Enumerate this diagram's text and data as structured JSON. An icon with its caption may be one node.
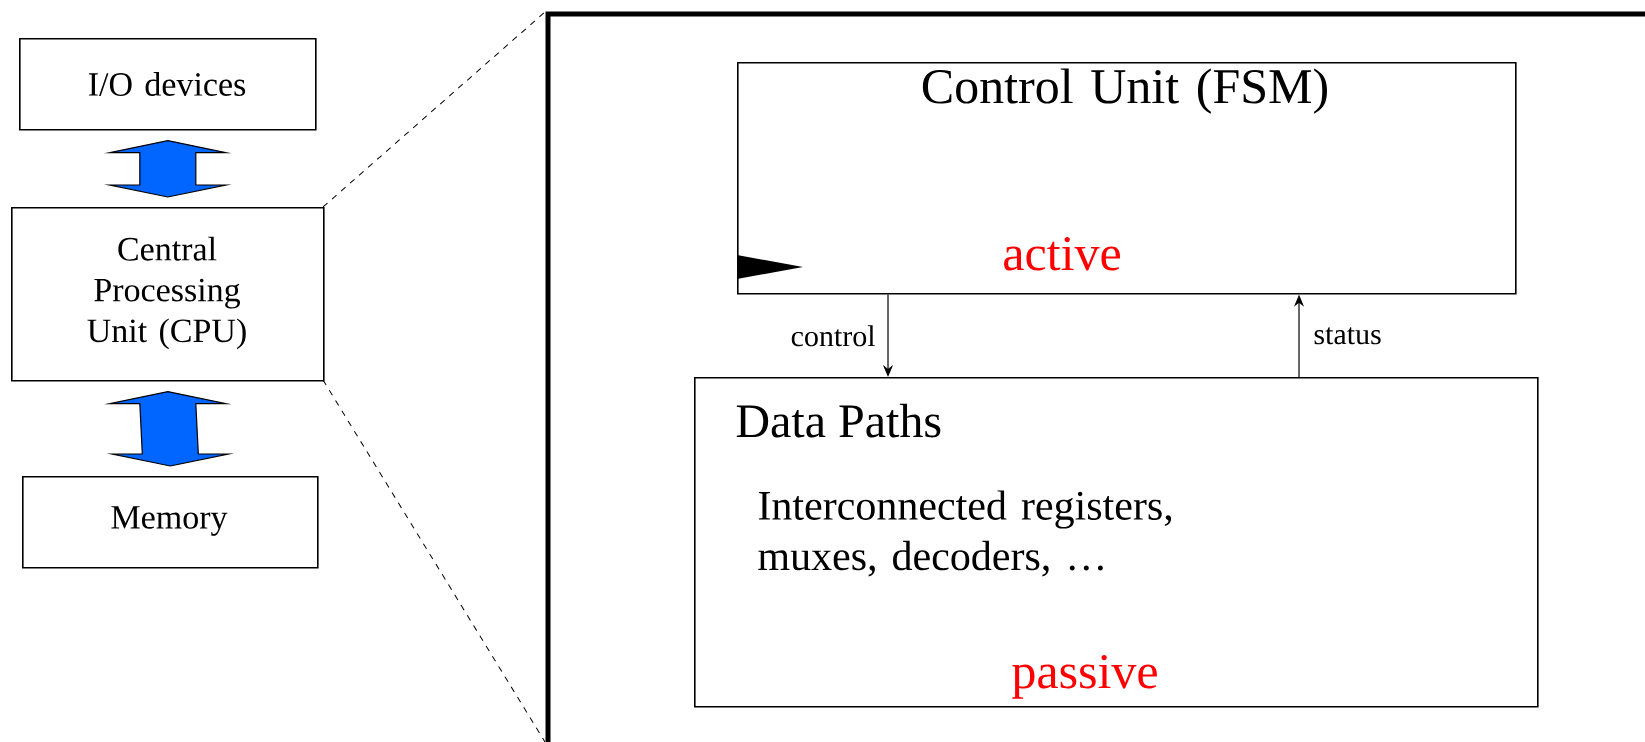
{
  "diagram": {
    "nodes": [
      {
        "text": [
          "I/O devices"
        ]
      },
      {
        "text": [
          "Central Processing Unit (CPU)"
        ]
      },
      {
        "text": [
          "Memory"
        ]
      },
      {
        "text": [
          "Control Unit (FSM)",
          "active"
        ]
      },
      {
        "text": [
          "Data Paths",
          "Interconnected registers, muxes, decoders, …",
          "passive"
        ]
      }
    ],
    "edges": [
      {
        "from": 0,
        "to": 1,
        "arrow": "both",
        "style": "thick",
        "color": "#0066ff"
      },
      {
        "from": 1,
        "to": 2,
        "arrow": "both",
        "style": "thick",
        "color": "#0066ff"
      },
      {
        "from": 3,
        "to": 4,
        "arrow": "to",
        "label": "control"
      },
      {
        "from": 4,
        "to": 3,
        "arrow": "to",
        "label": "status"
      }
    ]
  }
}
